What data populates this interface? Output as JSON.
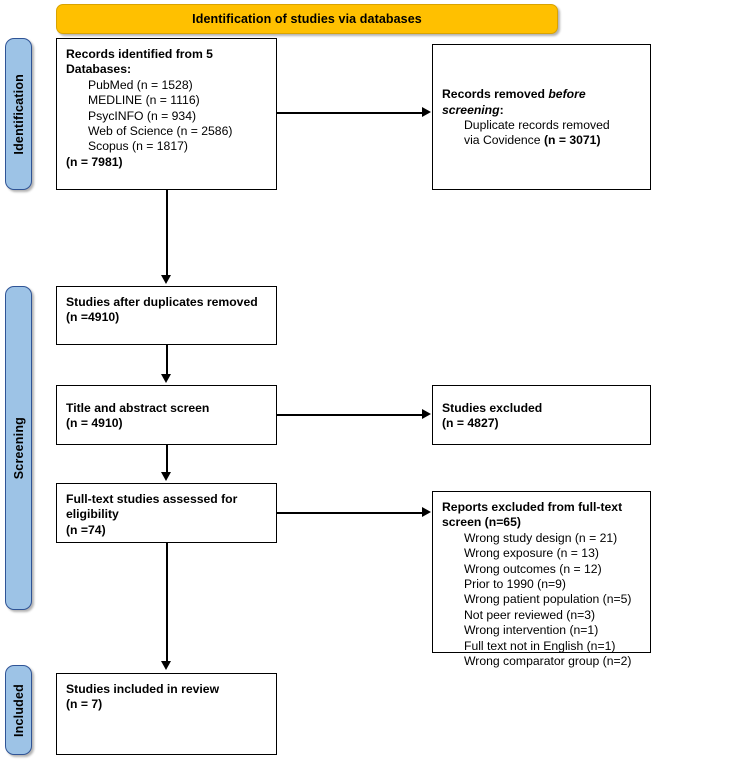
{
  "diagram": {
    "title": "PRISMA flow diagram",
    "banner": {
      "label": "Identification of studies via databases"
    },
    "colors": {
      "banner_fill": "#FFC000",
      "banner_stroke": "#D9A300",
      "stage_fill": "#9DC3E6",
      "stage_stroke": "#2F5496",
      "box_stroke": "#000000",
      "text": "#000000",
      "background": "#FFFFFF"
    },
    "stages": [
      {
        "label": "Identification"
      },
      {
        "label": "Screening"
      },
      {
        "label": "Included"
      }
    ],
    "boxes": {
      "records_identified": {
        "heading": "Records identified from 5 Databases:",
        "items": [
          "PubMed (n = 1528)",
          "MEDLINE (n = 1116)",
          "PsycINFO (n = 934)",
          "Web of Science (n = 2586)",
          "Scopus (n = 1817)"
        ],
        "total": "(n = 7981)"
      },
      "records_removed": {
        "heading_plain": "Records removed ",
        "heading_italic": "before screening",
        "heading_tail": ":",
        "items_html": [
          "Duplicate records removed",
          "via Covidence (n = 3071)"
        ],
        "item_line_1": "Duplicate records removed",
        "item_line_2_plain": "via Covidence ",
        "item_line_2_bold": "(n = 3071)"
      },
      "after_duplicates": {
        "heading": "Studies after duplicates removed",
        "count": "(n =4910)"
      },
      "title_abstract": {
        "heading": "Title and abstract screen",
        "count": "(n = 4910)"
      },
      "studies_excluded": {
        "heading": "Studies excluded",
        "count": "(n = 4827)"
      },
      "full_text_assessed": {
        "heading": "Full-text studies assessed for eligibility",
        "count": "(n =74)"
      },
      "reports_excluded": {
        "heading": "Reports excluded from full-text screen (n=65)",
        "items": [
          "Wrong study design (n = 21)",
          "Wrong exposure (n = 13)",
          "Wrong outcomes (n = 12)",
          "Prior to 1990 (n=9)",
          "Wrong patient population (n=5)",
          "Not peer reviewed (n=3)",
          "Wrong intervention (n=1)",
          "Full text not in English (n=1)",
          "Wrong comparator group (n=2)"
        ]
      },
      "studies_included": {
        "heading": "Studies included in review",
        "count": "(n = 7)"
      }
    }
  }
}
